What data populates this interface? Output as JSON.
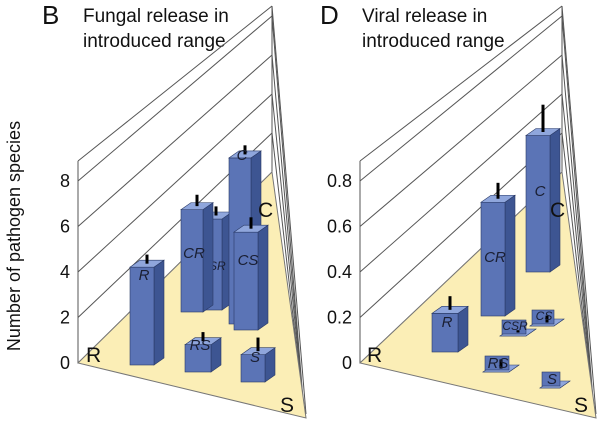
{
  "y_axis_label": "Number of pathogen species",
  "chart_data": [
    {
      "type": "bar3d-ternary",
      "panel_letter": "B",
      "title_lines": [
        "Fungal release in",
        "introduced range"
      ],
      "ylim": [
        0,
        8
      ],
      "yticks": [
        "0",
        "2",
        "4",
        "6",
        "8"
      ],
      "corner_labels": {
        "R": "R",
        "C": "C",
        "S": "S"
      },
      "bars": [
        {
          "label": "R",
          "value": 4.3,
          "error": 0.4
        },
        {
          "label": "CR",
          "value": 4.5,
          "error": 0.5
        },
        {
          "label": "CSR",
          "value": 4.0,
          "error": 0.4
        },
        {
          "label": "C",
          "value": 7.3,
          "error": 0.4
        },
        {
          "label": "CS",
          "value": 4.3,
          "error": 0.5
        },
        {
          "label": "RS",
          "value": 1.2,
          "error": 0.4
        },
        {
          "label": "S",
          "value": 1.2,
          "error": 0.6
        }
      ]
    },
    {
      "type": "bar3d-ternary",
      "panel_letter": "D",
      "title_lines": [
        "Viral release in",
        "introduced range"
      ],
      "ylim": [
        0,
        0.8
      ],
      "yticks": [
        "0",
        "0.2",
        "0.4",
        "0.6",
        "0.8"
      ],
      "corner_labels": {
        "R": "R",
        "C": "C",
        "S": "S"
      },
      "bars": [
        {
          "label": "R",
          "value": 0.17,
          "error": 0.06
        },
        {
          "label": "CR",
          "value": 0.5,
          "error": 0.07
        },
        {
          "label": "C",
          "value": 0.6,
          "error": 0.12
        },
        {
          "label": "CSR",
          "value": 0.0,
          "error": 0.01
        },
        {
          "label": "CS",
          "value": 0.0,
          "error": 0.03
        },
        {
          "label": "RS",
          "value": 0.0,
          "error": 0.04
        },
        {
          "label": "S",
          "value": 0.0,
          "error": 0.0
        }
      ]
    }
  ],
  "colors": {
    "bar_front": "#5b74b6",
    "bar_side": "#3d5592",
    "bar_top": "#8fa6dc",
    "floor": "#fbeeb6",
    "error": "#000000"
  }
}
